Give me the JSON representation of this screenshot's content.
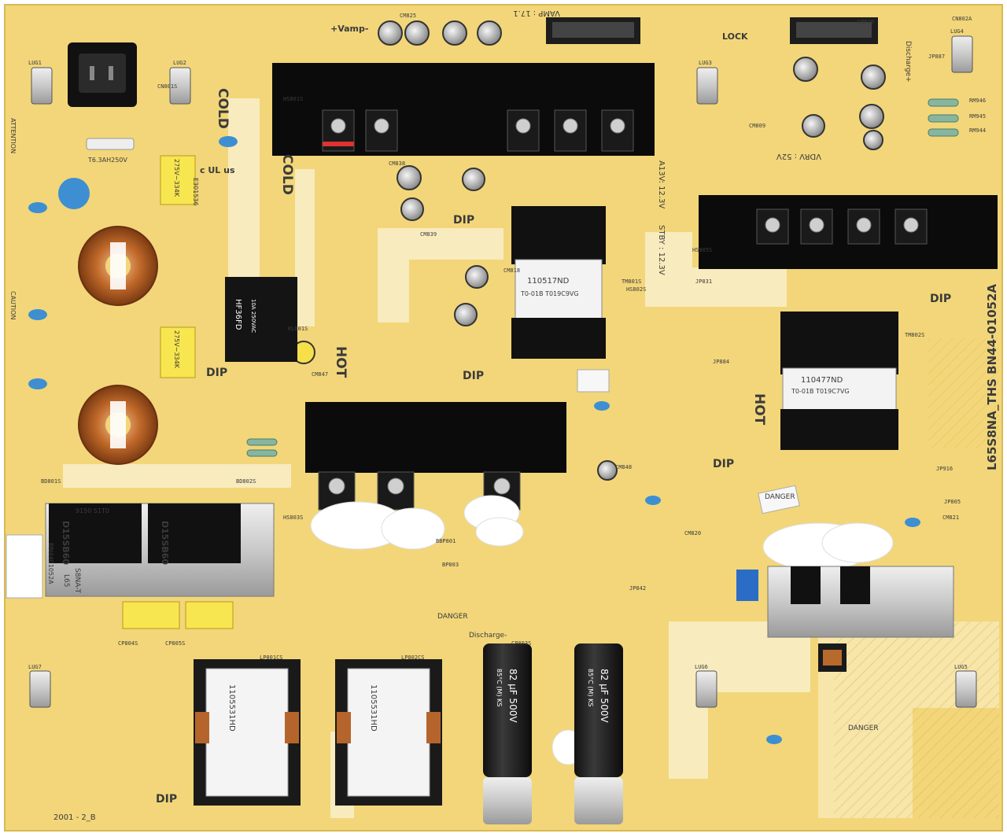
{
  "board": {
    "model_vertical": "L65S8NA_THS BN44-01052A",
    "label_cold_1": "COLD",
    "label_cold_2": "COLD",
    "label_hot_1": "HOT",
    "label_hot_2": "HOT",
    "dip_label": "DIP",
    "danger_label": "DANGER",
    "lock_label": "LOCK",
    "vamp_header": "+Vamp-",
    "vamp_label": "VAMP : 17.1",
    "a13v_label": "A13V: 12.3V",
    "stby_label": "STBY : 12.3V",
    "vdrv_label": "VDRV : 52V",
    "discharge_plus": "Discharge+",
    "discharge_minus": "Discharge-",
    "transformer_1": "110517ND",
    "transformer_1b": "T0-01B T019C9VG",
    "transformer_2": "110477ND",
    "transformer_2b": "T0-01B T019C7VG",
    "bridge_1": "D15SB60",
    "bridge_2": "D15SB60",
    "bridge_code": "9150 S1T0",
    "relay_brand": "HF36FD",
    "relay_spec": "10A 250VAC",
    "fuse_label": "T6.3AH250V",
    "cap_x2": "275V~334K",
    "cap_x2b": "275V~334K",
    "cap_big_1": "82 μF 500V",
    "cap_big_2": "82 μF 500V",
    "cap_series": "85°C (M) KS",
    "inductor_1": "1105531HD",
    "inductor_2": "1105531HD",
    "sticker_top": "BN4401052A",
    "sticker_line2": "L65",
    "sticker_line3": "S8NA-T",
    "date_code": "2001 - 2_B",
    "attention_text": "ATTENTION",
    "caution_text": "CAUTION",
    "ul_mark": "c UL us",
    "ul_file": "E301536",
    "ref_labels": [
      "LUG1",
      "LUG2",
      "LUG3",
      "LUG4",
      "LUG5",
      "LUG6",
      "LUG7",
      "CN801S",
      "CN810",
      "CN802A",
      "HS801S",
      "HS802S",
      "HS803S",
      "HS805S",
      "JP887",
      "RM946",
      "RM945",
      "RM944",
      "CM825",
      "TM801S",
      "TM802S",
      "LP801CS",
      "LP802CS",
      "BD801S",
      "BD802S",
      "RL801S",
      "CM847",
      "CM848",
      "CP805S",
      "CP804S",
      "CP803S",
      "CM820",
      "CM821",
      "CM818",
      "CM839",
      "CM838",
      "CM809",
      "BP803",
      "BBP801",
      "JP884",
      "JP831",
      "JP842",
      "JP916",
      "JP805"
    ],
    "colors": {
      "pcb": "#f2d679",
      "pcb_shade": "#e9c960",
      "trace_light": "#faf0d0",
      "heatsink": "#0b0b0b",
      "aluminium": "#d2d2d2",
      "silkscreen": "#3b3b3b"
    }
  }
}
